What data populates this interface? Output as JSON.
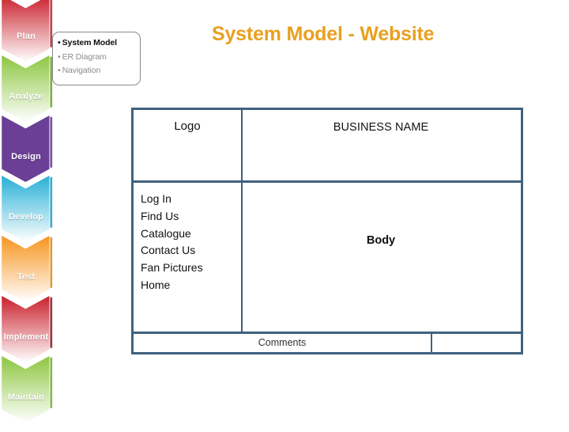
{
  "slide": {
    "title": "System Model - Website",
    "title_color": "#e9a020",
    "background": "#ffffff"
  },
  "phase_ribbon": {
    "name": "sdlc-phase-ribbon",
    "phases": [
      {
        "label": "Plan",
        "color_top": "#c9202c",
        "color_bottom": "#ffffff",
        "accent": "#b8323c",
        "gradient": true
      },
      {
        "label": "Analyze",
        "color_top": "#8cc63f",
        "color_bottom": "#ffffff",
        "accent": "#77a635",
        "gradient": true
      },
      {
        "label": "Design",
        "color_top": "#6b3f96",
        "color_bottom": "#6b3f96",
        "accent": "#6b3f96",
        "gradient": false
      },
      {
        "label": "Develop",
        "color_top": "#27b0d6",
        "color_bottom": "#ffffff",
        "accent": "#2aa3c4",
        "gradient": true
      },
      {
        "label": "Test",
        "color_top": "#f7941e",
        "color_bottom": "#ffffff",
        "accent": "#d8922c",
        "gradient": true
      },
      {
        "label": "Implement",
        "color_top": "#c9202c",
        "color_bottom": "#ffffff",
        "accent": "#8c2230",
        "gradient": true
      },
      {
        "label": "Maintain",
        "color_top": "#8cc63f",
        "color_bottom": "#ffffff",
        "accent": "#7fae3c",
        "gradient": true
      }
    ]
  },
  "callout": {
    "name": "sub-topic-callout",
    "items": [
      {
        "bullet": "•",
        "label": "System Model",
        "active": true
      },
      {
        "bullet": "•",
        "label": "ER Diagram",
        "active": false
      },
      {
        "bullet": "•",
        "label": "Navigation",
        "active": false
      }
    ]
  },
  "wireframe": {
    "name": "website-layout-wireframe",
    "border_color": "#41617f",
    "header": {
      "logo_label": "Logo",
      "business_label": "BUSINESS NAME"
    },
    "body": {
      "nav_items": [
        "Log In",
        "Find Us",
        "Catalogue",
        "Contact Us",
        "Fan Pictures",
        "Home"
      ],
      "content_label": "Body"
    },
    "footer": {
      "comments_label": "Comments",
      "spare_label": ""
    }
  }
}
